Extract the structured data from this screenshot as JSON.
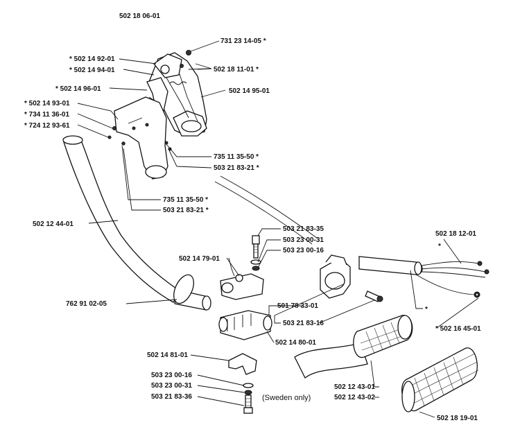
{
  "title": "502 18 06-01",
  "footnote": "(Sweden only)",
  "marker": "*",
  "labels": {
    "l_731231405": "731 23 14-05  *",
    "l_502149201": "*  502 14 92-01",
    "l_502181101": "502 18 11-01  *",
    "l_502149401": "*  502 14 94-01",
    "l_502149601": "*  502 14 96-01",
    "l_502149501": "502 14 95-01",
    "l_502149301": "*  502 14 93-01",
    "l_734113601": "*  734 11 36-01",
    "l_724129361": "*  724 12 93-61",
    "l_735113550a": "735 11 35-50  *",
    "l_503218321a": "503 21 83-21  *",
    "l_735113550b": "735 11 35-50  *",
    "l_503218321b": "503 21 83-21  *",
    "l_502124401": "502 12 44-01",
    "l_503218335": "503 21 83-35",
    "l_503230031a": "503 23 00-31",
    "l_503230016a": "503 23 00-16",
    "l_502181201": "502 18 12-01",
    "l_502147901": "502 14 79-01",
    "l_501783301": "501 78 33-01",
    "l_503218316": "503 21 83-16",
    "l_762910205": "762 91 02-05",
    "l_502164501": "*  502 16 45-01",
    "l_502148001": "502 14 80-01",
    "l_502148101": "502 14 81-01",
    "l_503230016b": "503 23 00-16",
    "l_503230031b": "503 23 00-31",
    "l_503218336": "503 21 83-36",
    "l_502124301": "502 12 43-01",
    "l_502124302": "502 12 43-02",
    "l_502181901": "502 18 19-01"
  }
}
